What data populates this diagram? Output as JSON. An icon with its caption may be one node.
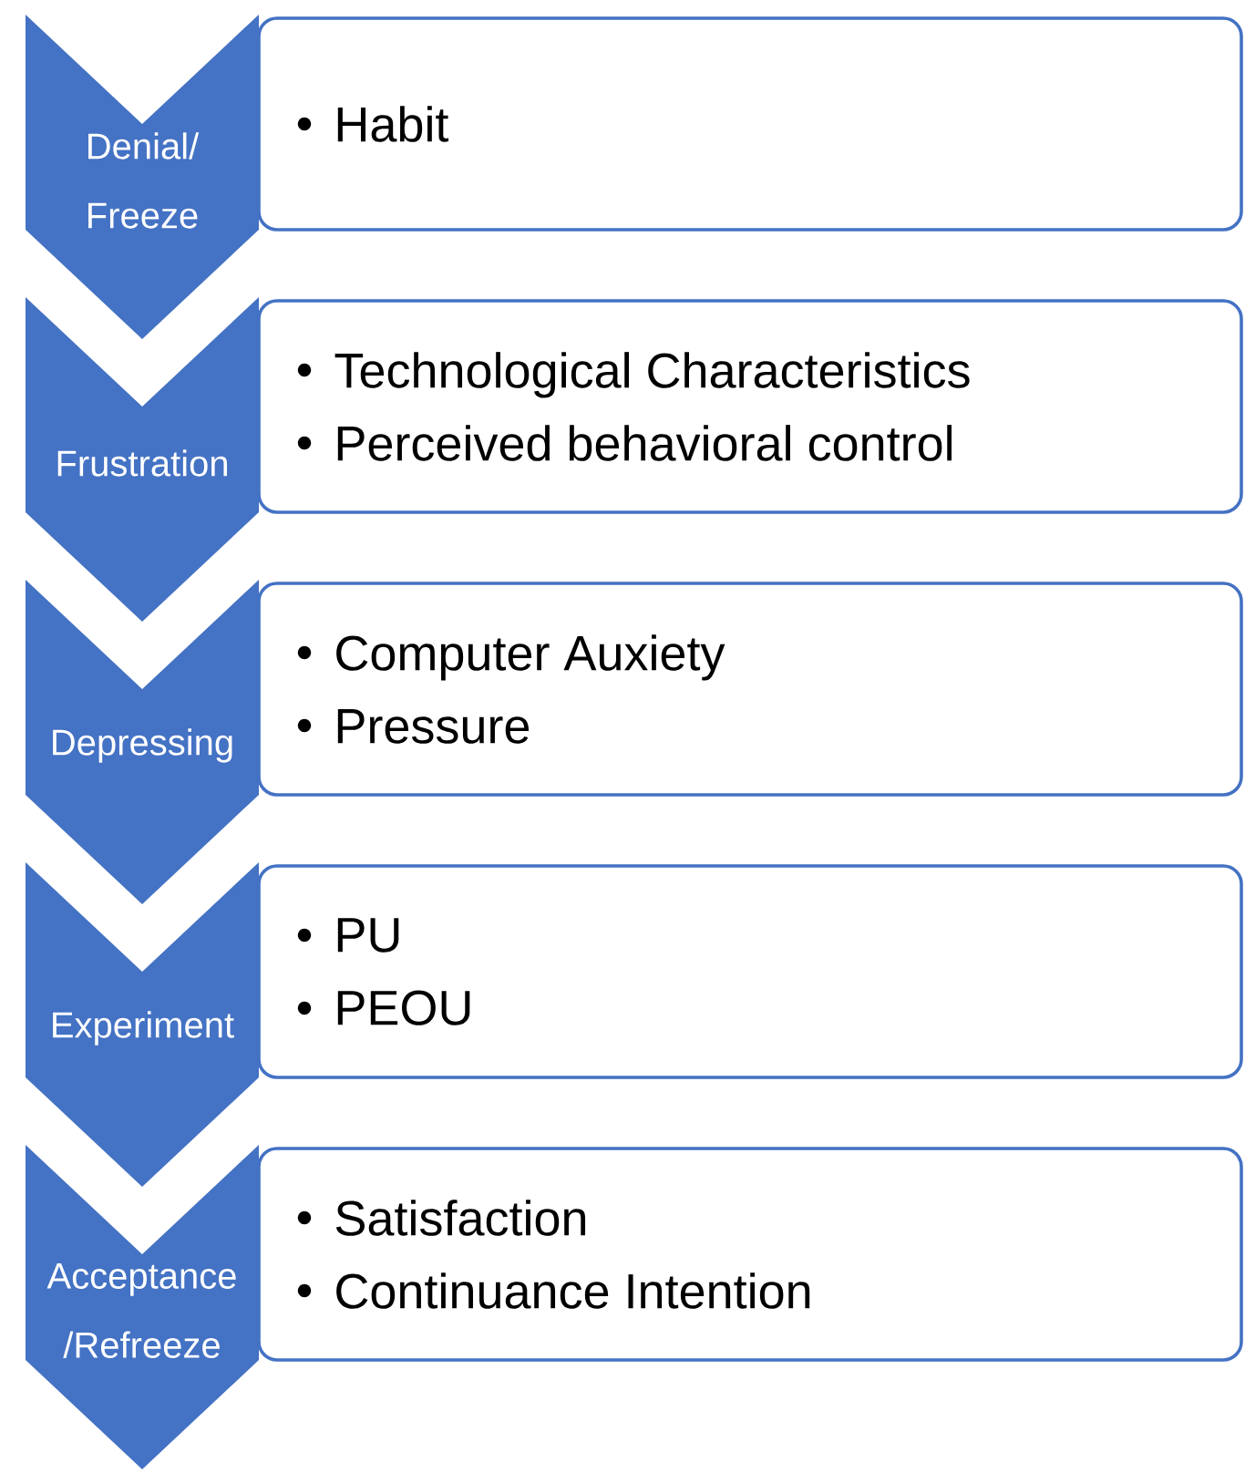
{
  "diagram": {
    "nodes": [
      {
        "text": [
          "Denial/ Freeze"
        ]
      },
      {
        "text": [
          "Habit"
        ]
      },
      {
        "text": [
          "Frustration"
        ]
      },
      {
        "text": [
          "Technological Characteristics",
          "Perceived behavioral control"
        ]
      },
      {
        "text": [
          "Depressing"
        ]
      },
      {
        "text": [
          "Computer Auxiety",
          "Pressure"
        ]
      },
      {
        "text": [
          "Experiment"
        ]
      },
      {
        "text": [
          "PU",
          "PEOU"
        ]
      },
      {
        "text": [
          "Acceptance /Refreeze"
        ]
      },
      {
        "text": [
          "Satisfaction",
          "Continuance Intention"
        ]
      }
    ]
  }
}
